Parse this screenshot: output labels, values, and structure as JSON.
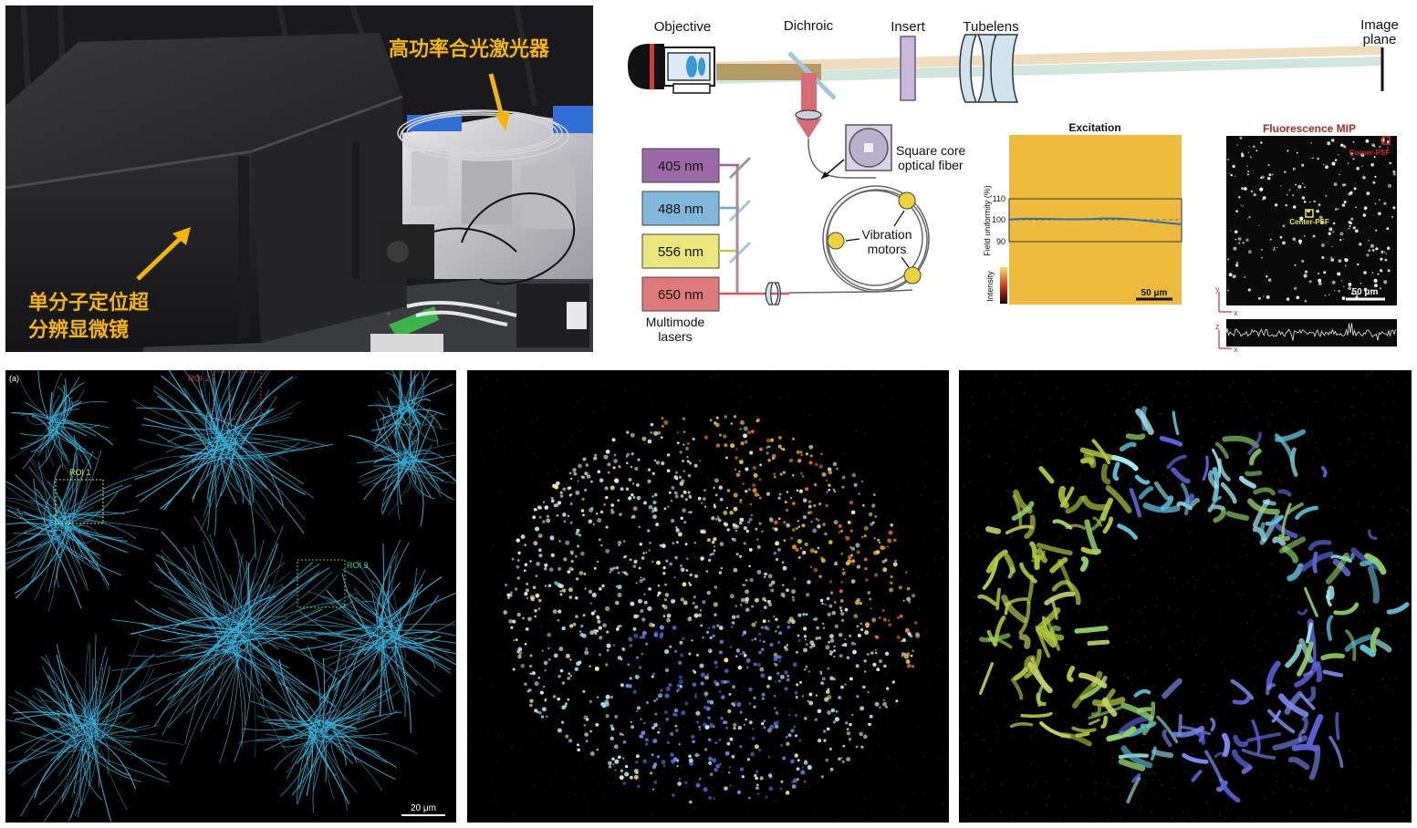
{
  "photo": {
    "label_laser": "高功率合光激光器",
    "label_microscope_line1": "单分子定位超",
    "label_microscope_line2": "分辨显微镜",
    "label_color": "#f5b400"
  },
  "schematic": {
    "objective": "Objective",
    "dichroic": "Dichroic",
    "insert": "Insert",
    "tubelens": "Tubelens",
    "image_plane_line1": "Image",
    "image_plane_line2": "plane",
    "lasers": [
      {
        "label": "405 nm",
        "color": "#9b6aa6",
        "line": "#a05aa8"
      },
      {
        "label": "488 nm",
        "color": "#7fb8da",
        "line": "#6aaed6"
      },
      {
        "label": "556 nm",
        "color": "#eae67a",
        "line": "#c8c84a"
      },
      {
        "label": "650 nm",
        "color": "#e07a7a",
        "line": "#d9575f"
      }
    ],
    "multimode_line1": "Multimode",
    "multimode_line2": "lasers",
    "fiber_line1": "Square core",
    "fiber_line2": "optical fiber",
    "vibration_line1": "Vibration",
    "vibration_line2": "motors",
    "excitation_title": "Excitation",
    "field_uniformity_label": "Field uniformity (%)",
    "uniformity_ticks": [
      "110",
      "100",
      "90"
    ],
    "intensity_label": "Intensity",
    "scale_excitation": "50 μm",
    "mip_title": "Fluorescence MIP",
    "corner_psf": "Corner-PSF",
    "center_psf": "Center-PSF",
    "scale_mip": "50 μm",
    "axis_y": "y",
    "axis_x": "x",
    "axis_z": "z",
    "axis_x2": "x"
  },
  "micro1": {
    "panel_label": "(a)",
    "roi1": "ROI 1",
    "roi2": "ROI 2",
    "roi3": "ROI 3",
    "scale": "20 μm"
  }
}
